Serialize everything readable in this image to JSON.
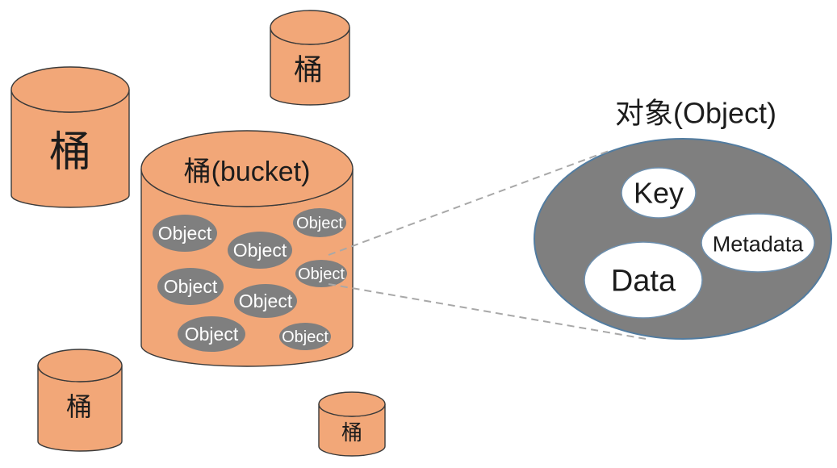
{
  "diagram": {
    "background_color": "#FFFFFF",
    "colors": {
      "bucket_fill": "#F2A778",
      "bucket_outline": "#3A3A3A",
      "object_ellipse_fill": "#7F7F7F",
      "object_ellipse_text": "#FFFFFF",
      "detail_ellipse_fill": "#7F7F7F",
      "detail_ellipse_outline": "#527CA0",
      "detail_part_fill": "#FFFFFF",
      "dashed_line": "#A8A8A8",
      "label_text": "#1C1C1C"
    },
    "buckets": {
      "left": {
        "label": "桶"
      },
      "top": {
        "label": "桶"
      },
      "bottom_left": {
        "label": "桶"
      },
      "bottom_middle": {
        "label": "桶"
      },
      "main": {
        "label": "桶(bucket)",
        "objects": [
          {
            "label": "Object"
          },
          {
            "label": "Object"
          },
          {
            "label": "Object"
          },
          {
            "label": "Object"
          },
          {
            "label": "Object"
          },
          {
            "label": "Object"
          },
          {
            "label": "Object"
          },
          {
            "label": "Object"
          }
        ]
      }
    },
    "object_detail": {
      "title": "对象(Object)",
      "parts": {
        "key": {
          "label": "Key"
        },
        "metadata": {
          "label": "Metadata"
        },
        "data": {
          "label": "Data"
        }
      }
    }
  }
}
